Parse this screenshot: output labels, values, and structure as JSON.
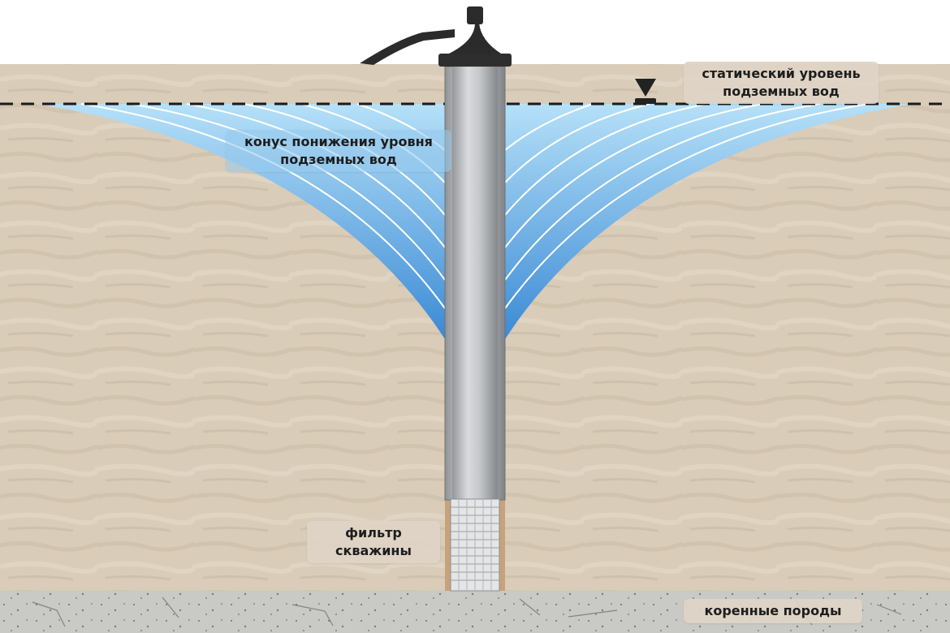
{
  "labels": {
    "static_level": [
      "статический уровень",
      "подземных вод"
    ],
    "cone": [
      "конус понижения уровня",
      "подземных вод"
    ],
    "filter": [
      "фильтр",
      "скважины"
    ],
    "bedrock": "коренные породы"
  },
  "colors": {
    "soil": "#d8cbb8",
    "soil_dark": "#c9baa3",
    "bedrock": "#c8c8c4",
    "water_light": "#a9dbf7",
    "water_dark": "#3f8fd8",
    "casing": "#bfc1c4",
    "pump_head": "#2b2b2b",
    "dashed_line": "#1a1a1a"
  }
}
